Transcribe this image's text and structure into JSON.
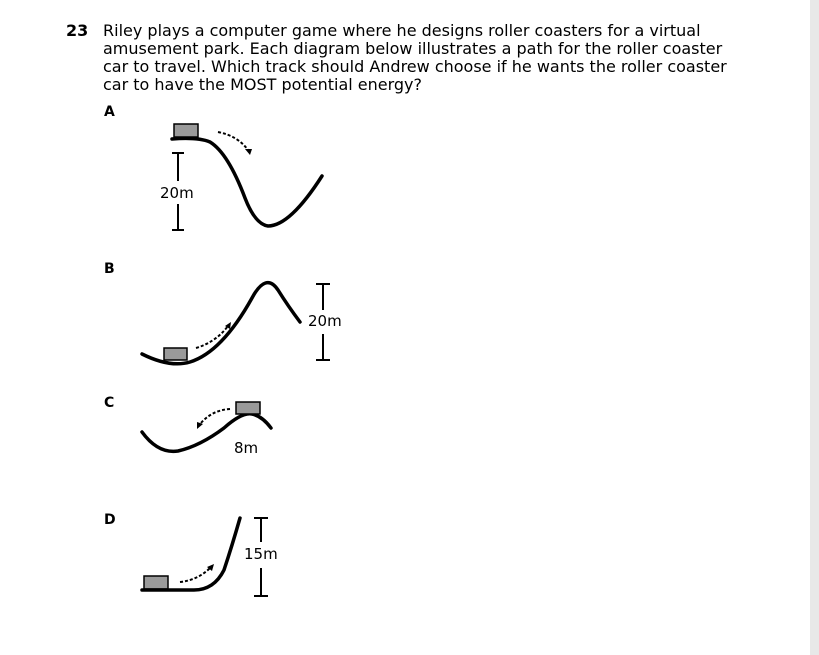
{
  "question": {
    "number": "23",
    "text": "Riley plays a computer game where he designs roller coasters for a virtual amusement park. Each diagram below illustrates a path for the roller coaster car to travel. Which track should Andrew choose if he wants the roller coaster car to have the MOST potential energy?"
  },
  "options": [
    {
      "label": "A",
      "height": "20m"
    },
    {
      "label": "B",
      "height": "20m"
    },
    {
      "label": "C",
      "height": "8m"
    },
    {
      "label": "D",
      "height": "15m"
    }
  ],
  "colors": {
    "car_fill": "#9a9a9a",
    "track": "#000000",
    "scrollbar": "#e8e8e8"
  }
}
